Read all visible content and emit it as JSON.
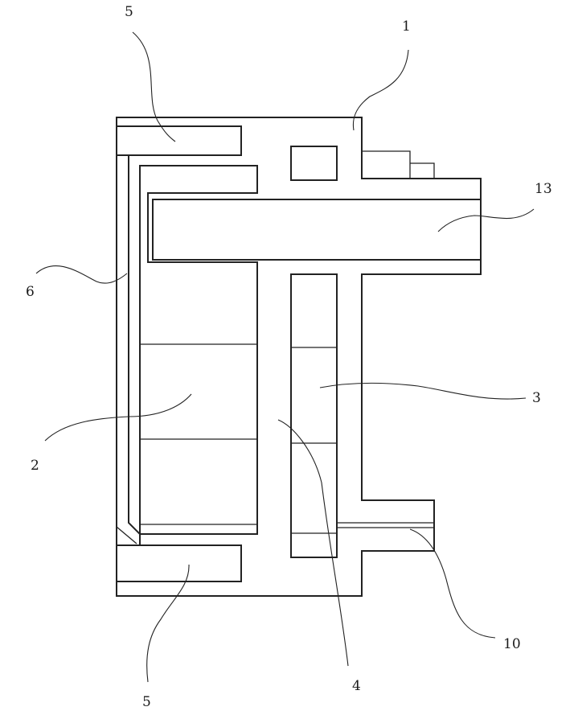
{
  "labels": {
    "l1": "1",
    "l2": "2",
    "l3": "3",
    "l4": "4",
    "l5_top": "5",
    "l5_bottom": "5",
    "l6": "6",
    "l10": "10",
    "l13": "13"
  }
}
